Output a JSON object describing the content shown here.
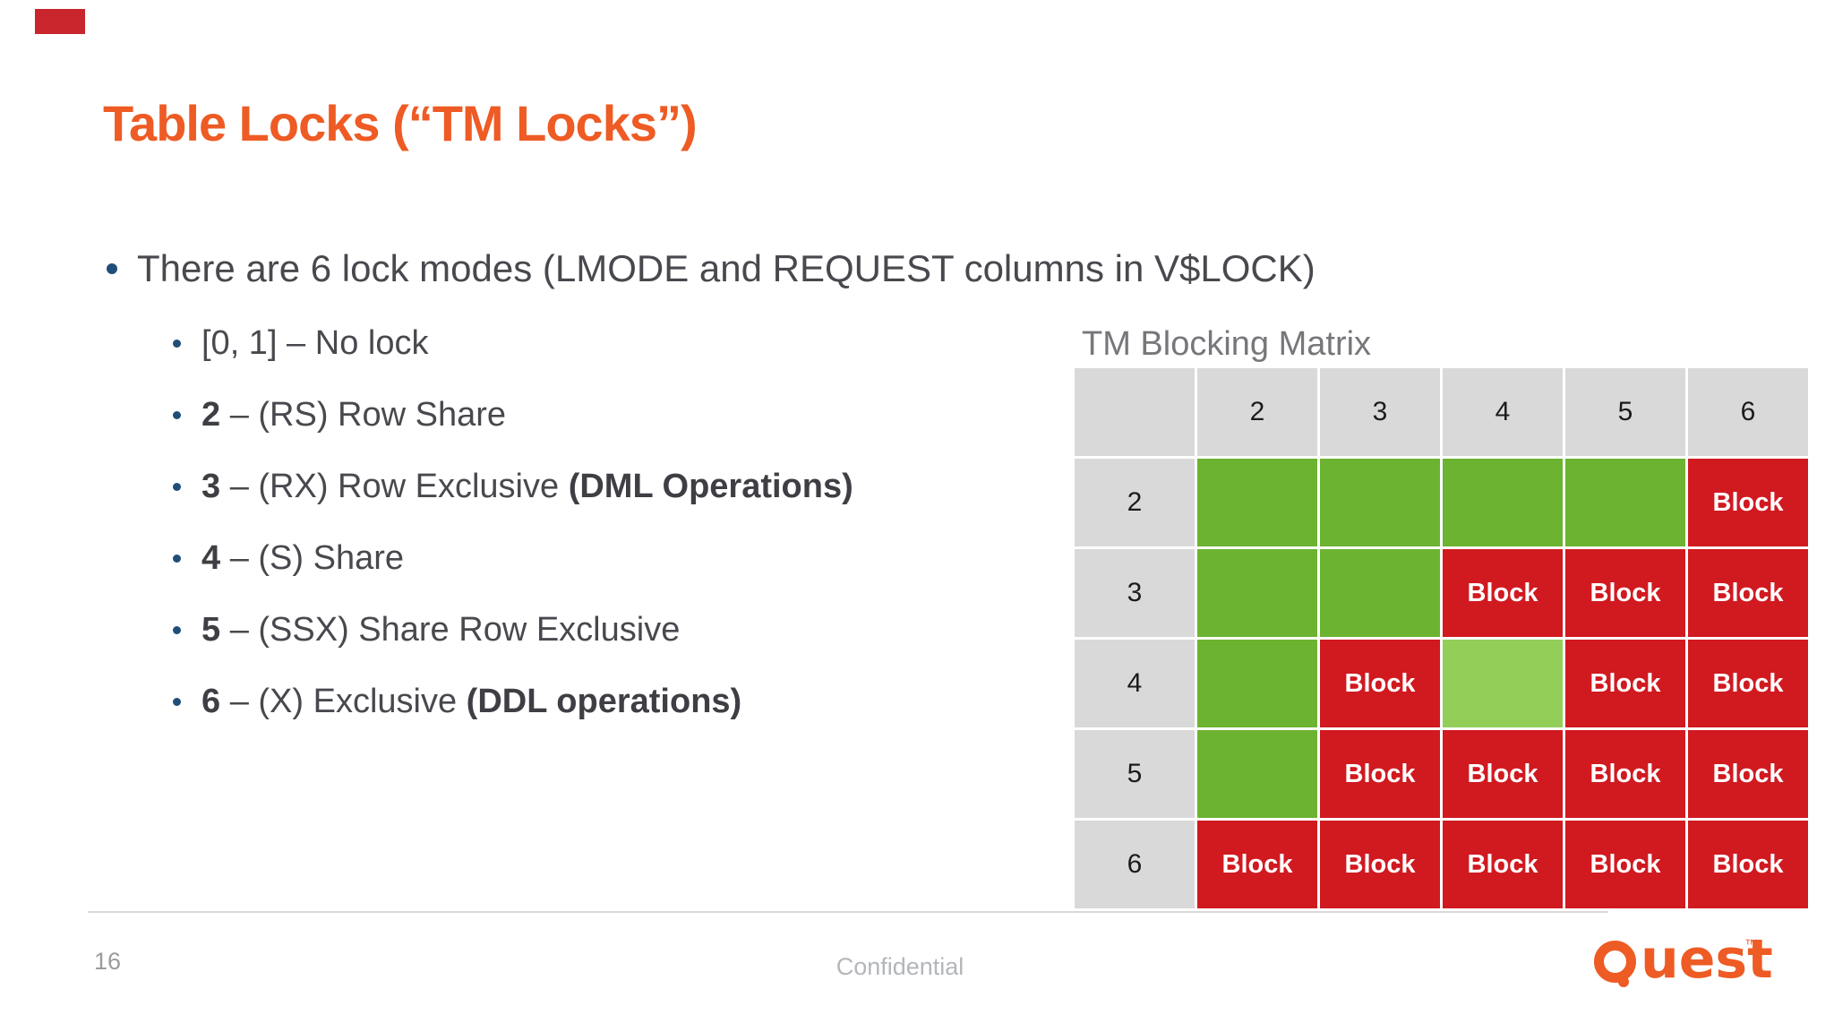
{
  "slide": {
    "title": "Table Locks (“TM Locks”)",
    "accent_color": "#EE5B24",
    "text_color": "#48484E",
    "bullet_dot_color": "#1F4E79",
    "corner_marker_color": "#C9252C"
  },
  "bullets": {
    "main": "There are 6 lock modes (LMODE and REQUEST columns in V$LOCK)",
    "items": [
      {
        "segments": [
          {
            "t": "[0, 1] – No lock",
            "b": false
          }
        ]
      },
      {
        "segments": [
          {
            "t": "2",
            "b": true
          },
          {
            "t": " – (RS) Row Share",
            "b": false
          }
        ]
      },
      {
        "segments": [
          {
            "t": "3",
            "b": true
          },
          {
            "t": " – (RX) Row Exclusive ",
            "b": false
          },
          {
            "t": "(DML Operations)",
            "b": true
          }
        ]
      },
      {
        "segments": [
          {
            "t": "4",
            "b": true
          },
          {
            "t": " – (S) Share",
            "b": false
          }
        ]
      },
      {
        "segments": [
          {
            "t": "5",
            "b": true
          },
          {
            "t": " – (SSX) Share Row Exclusive",
            "b": false
          }
        ]
      },
      {
        "segments": [
          {
            "t": "6",
            "b": true
          },
          {
            "t": " – (X) Exclusive ",
            "b": false
          },
          {
            "t": "(DDL operations)",
            "b": true
          }
        ]
      }
    ]
  },
  "matrix": {
    "title": "TM Blocking Matrix",
    "col_headers": [
      "2",
      "3",
      "4",
      "5",
      "6"
    ],
    "rows": [
      {
        "header": "2",
        "cells": [
          "ok",
          "ok",
          "ok",
          "ok",
          "block"
        ]
      },
      {
        "header": "3",
        "cells": [
          "ok",
          "ok",
          "block",
          "block",
          "block"
        ]
      },
      {
        "header": "4",
        "cells": [
          "ok",
          "block",
          "ok_light",
          "block",
          "block"
        ]
      },
      {
        "header": "5",
        "cells": [
          "ok",
          "block",
          "block",
          "block",
          "block"
        ]
      },
      {
        "header": "6",
        "cells": [
          "block",
          "block",
          "block",
          "block",
          "block"
        ]
      }
    ],
    "block_label": "Block",
    "colors": {
      "ok": "#6CB331",
      "ok_light": "#92CE58",
      "block": "#D11920",
      "header_bg": "#D9D9D9"
    }
  },
  "footer": {
    "page_number": "16",
    "label": "Confidential"
  },
  "logo": {
    "brand": "Quest",
    "tm": "™"
  }
}
